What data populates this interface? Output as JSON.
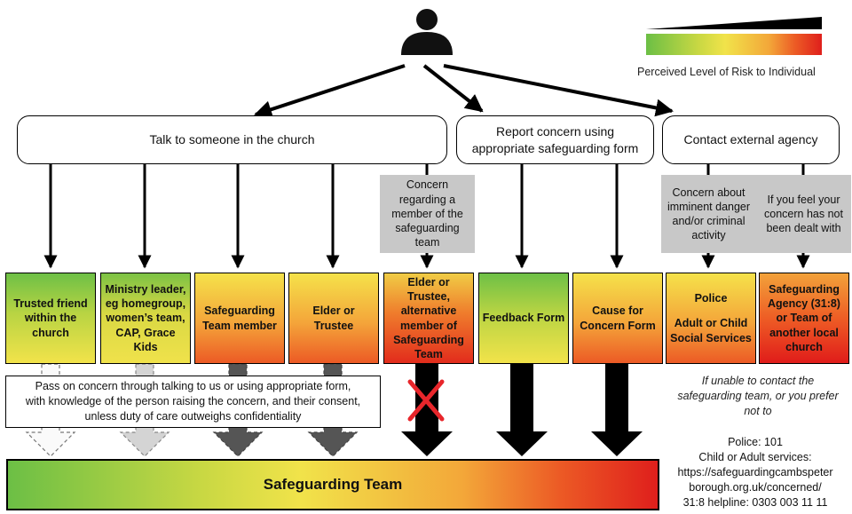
{
  "legend": {
    "label": "Perceived Level of Risk to Individual"
  },
  "top_boxes": {
    "talk": "Talk to someone in the church",
    "report_line1": "Report concern using",
    "report_line2": "appropriate safeguarding form",
    "external": "Contact external agency"
  },
  "conditions": {
    "member": "Concern regarding a member of the safeguarding team",
    "imminent": "Concern about imminent danger and/or criminal activity",
    "not_dealt": "If you feel your concern has not been dealt with"
  },
  "options": {
    "trusted_friend": "Trusted friend within the church",
    "ministry_leader": "Ministry leader, eg homegroup, women’s team, CAP, Grace Kids",
    "safeguarding_member": "Safeguarding Team member",
    "elder": "Elder or Trustee",
    "elder_alt": "Elder or Trustee, alternative member of Safeguarding Team",
    "feedback_form": "Feedback Form",
    "cause_form": "Cause for Concern Form",
    "police_line1": "Police",
    "police_line2": "Adult or Child Social Services",
    "agency": "Safeguarding Agency (31:8) or Team of another local church"
  },
  "pass_on": {
    "line1": "Pass on concern through talking to us or using appropriate form,",
    "line2": "with knowledge of the person raising the concern, and their consent,",
    "line3": "unless duty of care outweighs confidentiality"
  },
  "safeguarding_team": "Safeguarding Team",
  "unable": "If unable to contact the safeguarding team, or you prefer not to",
  "contacts": {
    "police": "Police: 101",
    "services_label": "Child or Adult services:",
    "url_line1": "https://safeguardingcambspeter",
    "url_line2": "borough.org.uk/concerned/",
    "helpline": "31:8 helpline: 0303 003 11 11"
  },
  "colors": {
    "low": "#6ec046",
    "mid": "#f2e34a",
    "high": "#ec5a25",
    "very_high": "#e01c1a",
    "cross": "#e8262b"
  }
}
